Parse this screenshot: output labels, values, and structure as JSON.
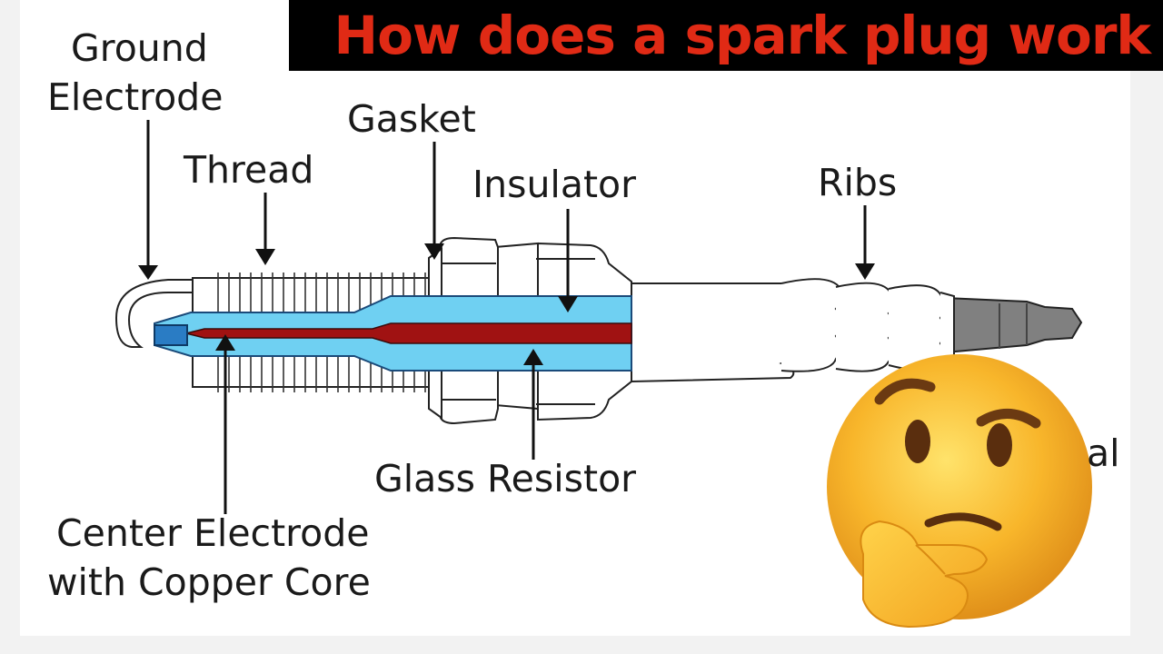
{
  "title": "How does a spark plug work",
  "labels": {
    "ground_electrode": "Ground Electrode",
    "ground_electrode_line1": "Ground",
    "ground_electrode_line2": "Electrode",
    "thread": "Thread",
    "gasket": "Gasket",
    "insulator": "Insulator",
    "ribs": "Ribs",
    "glass_resistor": "Glass Resistor",
    "center_electrode_line1": "Center Electrode",
    "center_electrode_line2": "with Copper Core",
    "terminal_partial": "al"
  },
  "colors": {
    "title_text": "#e02a15",
    "title_bg": "#000000",
    "insulator_fill": "#6fd0f2",
    "center_electrode_fill": "#a01212",
    "tip_fill": "#2a7cc4",
    "terminal_fill": "#808080",
    "emoji_face": "#f8b62b"
  },
  "emoji": "thinking-face"
}
